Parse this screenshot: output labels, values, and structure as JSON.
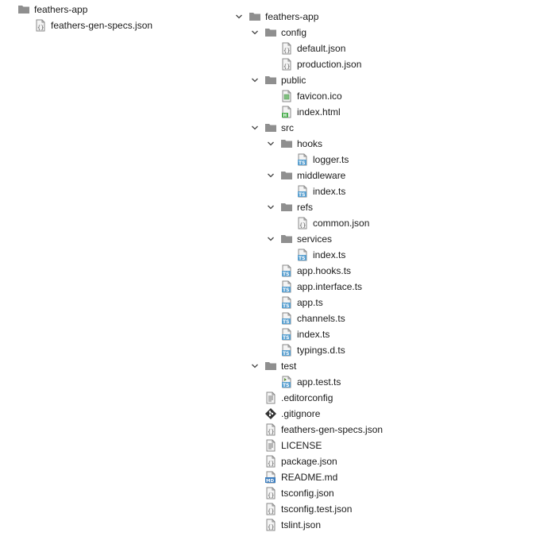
{
  "left_tree": {
    "items": [
      {
        "depth": 0,
        "icon": "folder-icon",
        "label": "feathers-app",
        "expandable": false
      },
      {
        "depth": 1,
        "icon": "json-file-icon",
        "label": "feathers-gen-specs.json",
        "expandable": false
      }
    ]
  },
  "right_tree": {
    "items": [
      {
        "depth": 0,
        "icon": "folder-icon",
        "label": "feathers-app",
        "expandable": true
      },
      {
        "depth": 1,
        "icon": "folder-icon",
        "label": "config",
        "expandable": true
      },
      {
        "depth": 2,
        "icon": "json-file-icon",
        "label": "default.json",
        "expandable": false
      },
      {
        "depth": 2,
        "icon": "json-file-icon",
        "label": "production.json",
        "expandable": false
      },
      {
        "depth": 1,
        "icon": "folder-icon",
        "label": "public",
        "expandable": true
      },
      {
        "depth": 2,
        "icon": "ico-file-icon",
        "label": "favicon.ico",
        "expandable": false
      },
      {
        "depth": 2,
        "icon": "html-file-icon",
        "label": "index.html",
        "expandable": false
      },
      {
        "depth": 1,
        "icon": "folder-icon",
        "label": "src",
        "expandable": true
      },
      {
        "depth": 2,
        "icon": "folder-icon",
        "label": "hooks",
        "expandable": true
      },
      {
        "depth": 3,
        "icon": "ts-file-icon",
        "label": "logger.ts",
        "expandable": false
      },
      {
        "depth": 2,
        "icon": "folder-icon",
        "label": "middleware",
        "expandable": true
      },
      {
        "depth": 3,
        "icon": "ts-file-icon",
        "label": "index.ts",
        "expandable": false
      },
      {
        "depth": 2,
        "icon": "folder-icon",
        "label": "refs",
        "expandable": true
      },
      {
        "depth": 3,
        "icon": "json-file-icon",
        "label": "common.json",
        "expandable": false
      },
      {
        "depth": 2,
        "icon": "folder-icon",
        "label": "services",
        "expandable": true
      },
      {
        "depth": 3,
        "icon": "ts-file-icon",
        "label": "index.ts",
        "expandable": false
      },
      {
        "depth": 2,
        "icon": "ts-file-icon",
        "label": "app.hooks.ts",
        "expandable": false
      },
      {
        "depth": 2,
        "icon": "ts-file-icon",
        "label": "app.interface.ts",
        "expandable": false
      },
      {
        "depth": 2,
        "icon": "ts-file-icon",
        "label": "app.ts",
        "expandable": false
      },
      {
        "depth": 2,
        "icon": "ts-file-icon",
        "label": "channels.ts",
        "expandable": false
      },
      {
        "depth": 2,
        "icon": "ts-file-icon",
        "label": "index.ts",
        "expandable": false
      },
      {
        "depth": 2,
        "icon": "ts-file-icon",
        "label": "typings.d.ts",
        "expandable": false
      },
      {
        "depth": 1,
        "icon": "folder-icon",
        "label": "test",
        "expandable": true
      },
      {
        "depth": 2,
        "icon": "ts-test-file-icon",
        "label": "app.test.ts",
        "expandable": false
      },
      {
        "depth": 1,
        "icon": "text-file-icon",
        "label": ".editorconfig",
        "expandable": false
      },
      {
        "depth": 1,
        "icon": "git-file-icon",
        "label": ".gitignore",
        "expandable": false
      },
      {
        "depth": 1,
        "icon": "json-file-icon",
        "label": "feathers-gen-specs.json",
        "expandable": false
      },
      {
        "depth": 1,
        "icon": "text-file-icon",
        "label": "LICENSE",
        "expandable": false
      },
      {
        "depth": 1,
        "icon": "json-file-icon",
        "label": "package.json",
        "expandable": false
      },
      {
        "depth": 1,
        "icon": "md-file-icon",
        "label": "README.md",
        "expandable": false
      },
      {
        "depth": 1,
        "icon": "json-file-icon",
        "label": "tsconfig.json",
        "expandable": false
      },
      {
        "depth": 1,
        "icon": "json-file-icon",
        "label": "tsconfig.test.json",
        "expandable": false
      },
      {
        "depth": 1,
        "icon": "json-file-icon",
        "label": "tslint.json",
        "expandable": false
      }
    ]
  },
  "colors": {
    "folder": "#8f8f8f",
    "ts_badge": "#5aa0d0",
    "html_badge": "#4caf50",
    "md_badge": "#3f7fbf",
    "git": "#333333",
    "text": "#1a1a1a"
  }
}
